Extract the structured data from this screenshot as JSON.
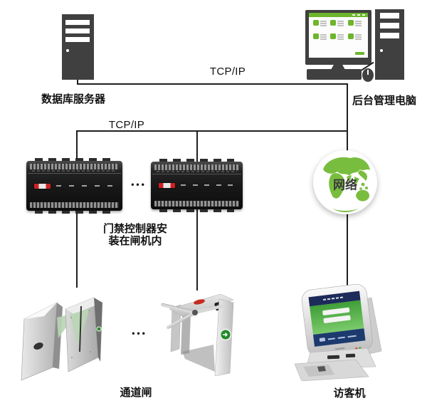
{
  "labels": {
    "db_server": "数据库服务器",
    "mgmt_pc": "后台管理电脑",
    "tcp_ip_top": "TCP/IP",
    "tcp_ip_bus": "TCP/IP",
    "controller_note_line1": "门禁控制器安",
    "controller_note_line2": "装在闸机内",
    "network_globe": "网络",
    "turnstile_group": "通道闸",
    "visitor_kiosk": "访客机",
    "controllers_ellipsis": "•••",
    "turnstiles_ellipsis": "•••"
  },
  "colors": {
    "background": "#ffffff",
    "connector_line": "#1f1f1f",
    "device_dark_gray": "#404040",
    "brand_green": "#6db52c",
    "globe_green": "#79bd3f",
    "flap_green": "#b9d6b4",
    "controller_body": "#1a1a1a",
    "controller_logo_red": "#cc2222",
    "kiosk_screen_blue": "#1d2b5a",
    "kiosk_screen_green": "#4fae42",
    "alarm_red": "#c52b20",
    "indicator_green": "#2e8b2e",
    "label_text": "#111111"
  }
}
